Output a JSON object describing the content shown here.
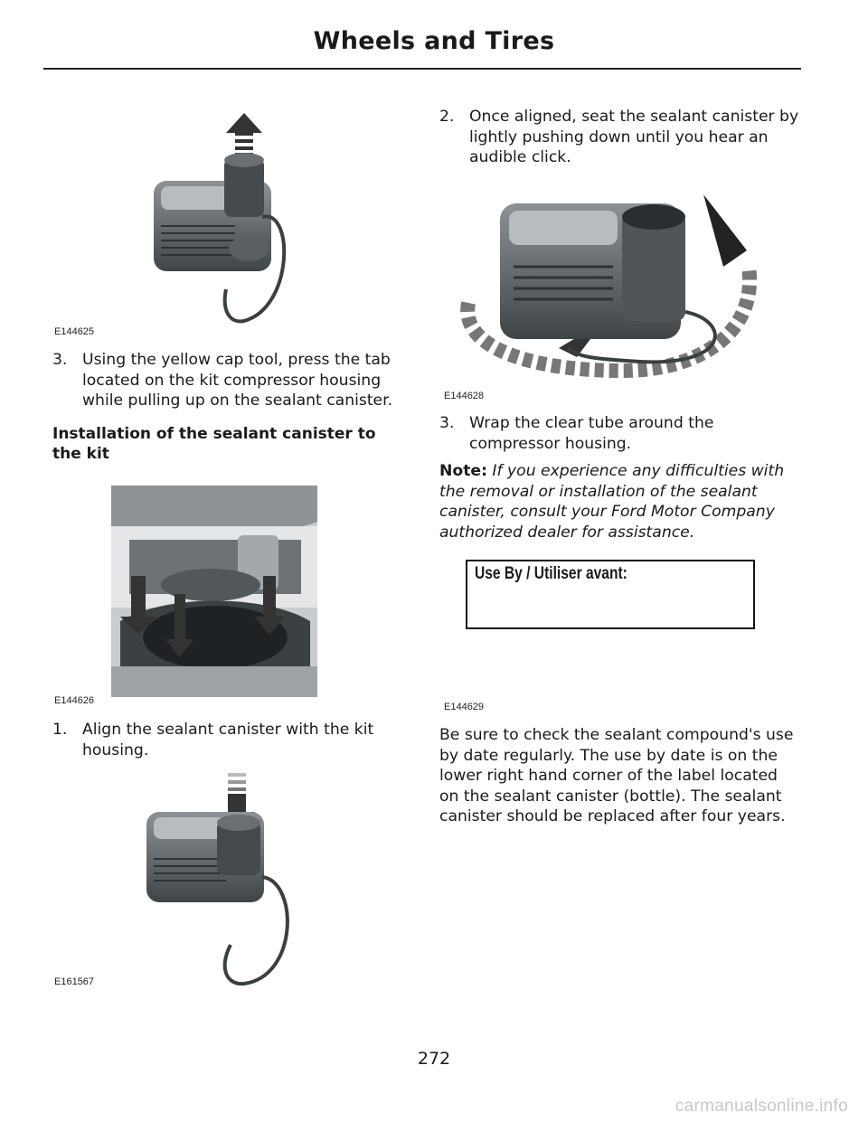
{
  "header": {
    "title": "Wheels and Tires"
  },
  "figures": {
    "fig1": {
      "code": "E144625"
    },
    "fig2": {
      "code": "E144626"
    },
    "fig3": {
      "code": "E161567"
    },
    "fig4": {
      "code": "E144628"
    },
    "fig5": {
      "code": "E144629",
      "label_text": "Use By / Utiliser avant:"
    }
  },
  "left": {
    "step3": {
      "num": "3.",
      "text": "Using the yellow cap tool, press the tab located on the kit compressor housing while pulling up on the sealant canister."
    },
    "heading": "Installation of the sealant canister to the kit",
    "step1": {
      "num": "1.",
      "text": "Align the sealant canister with the kit housing."
    }
  },
  "right": {
    "step2": {
      "num": "2.",
      "text": "Once aligned, seat the sealant canister by lightly pushing down until you hear an audible click."
    },
    "step3": {
      "num": "3.",
      "text": "Wrap the clear tube around the compressor housing."
    },
    "note": {
      "label": "Note:",
      "text": "If you experience any difficulties with the removal or installation of the sealant canister, consult your Ford Motor Company authorized dealer for assistance."
    },
    "body": "Be sure to check the sealant compound's use by date regularly. The use by date is on the lower right hand corner of the label located on the sealant canister (bottle). The sealant canister should be replaced after four years."
  },
  "footer": {
    "page_number": "272",
    "watermark": "carmanualsonline.info"
  },
  "icons": [
    "up-arrow-icon",
    "down-arrow-icon",
    "curved-arrow-icon"
  ]
}
